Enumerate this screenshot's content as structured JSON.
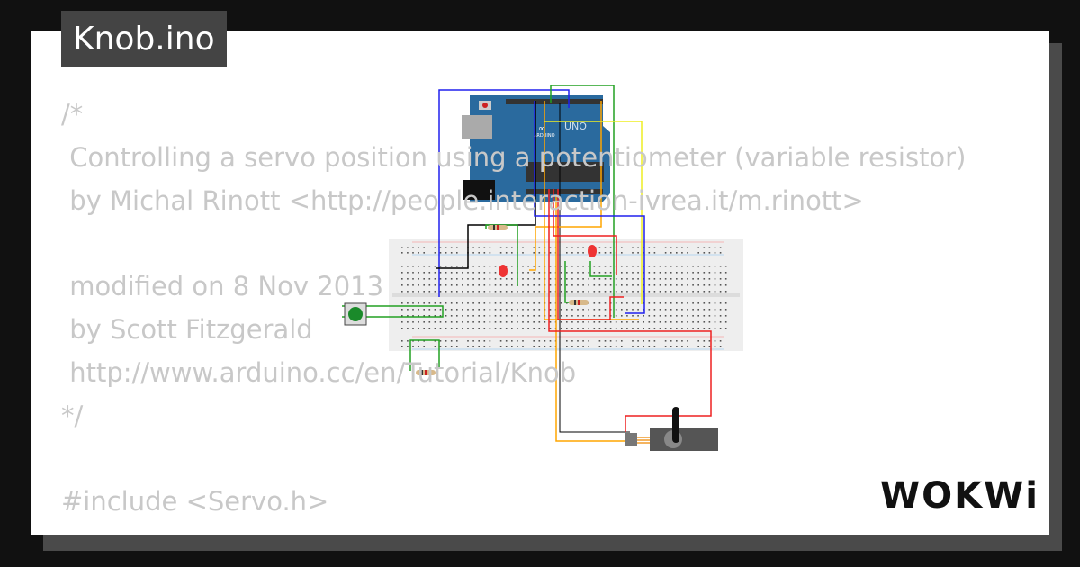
{
  "title": "Knob.ino",
  "code_lines": [
    "/*",
    " Controlling a servo position using a potentiometer (variable resistor)",
    " by Michal Rinott <http://people.interaction-ivrea.it/m.rinott>",
    "",
    " modified on 8 Nov 2013",
    " by Scott Fitzgerald",
    " http://www.arduino.cc/en/Tutorial/Knob",
    "*/",
    "",
    "#include <Servo.h>"
  ],
  "board": {
    "label": "UNO",
    "brand": "ARDUINO"
  },
  "logo": "WOKWi",
  "colors": {
    "board": "#2a6a9e",
    "card": "#ffffff",
    "title_bg": "#444444",
    "code_text": "#c8c8c8"
  }
}
